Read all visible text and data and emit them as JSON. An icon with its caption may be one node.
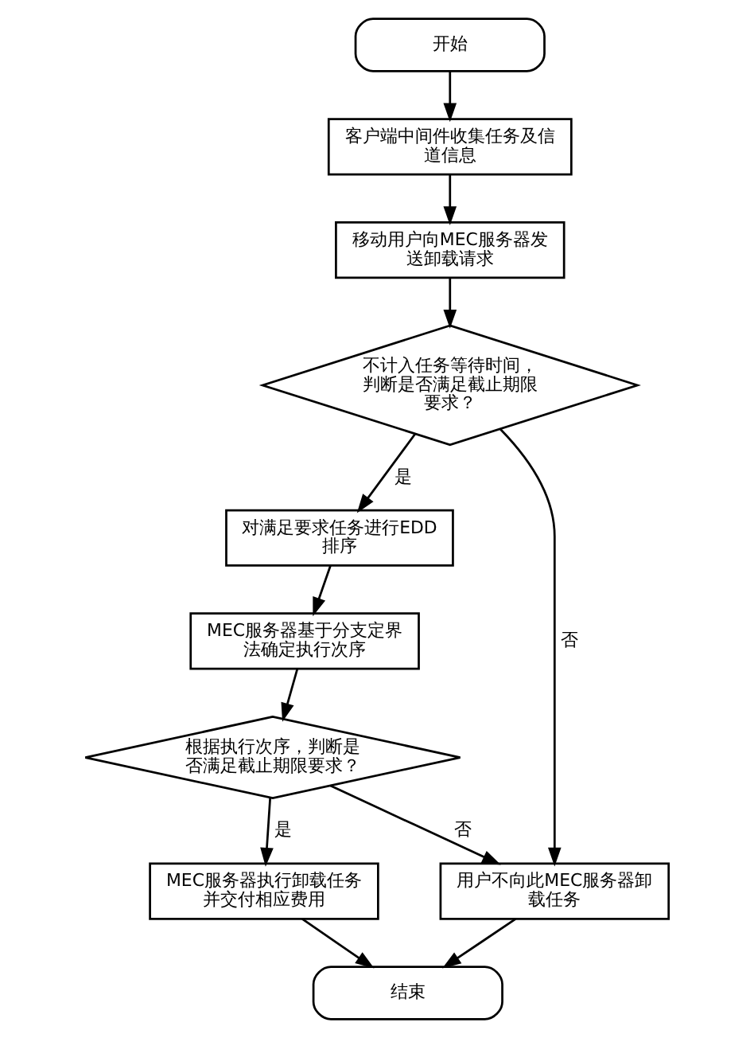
{
  "diagram": {
    "nodes": [
      {
        "text": [
          "开始"
        ]
      },
      {
        "text": [
          "客户端中间件收集任务及信道信息"
        ]
      },
      {
        "text": [
          "移动用户向MEC服务器发送卸载请求"
        ]
      },
      {
        "text": [
          "不计入任务等待时间，判断是否满足截止期限要求？"
        ]
      },
      {
        "text": [
          "对满足要求任务进行EDD排序"
        ]
      },
      {
        "text": [
          "MEC服务器基于分支定界法确定执行次序"
        ]
      },
      {
        "text": [
          "根据执行次序，判断是否满足截止期限要求？"
        ]
      },
      {
        "text": [
          "用户不向此MEC服务器卸载任务"
        ]
      },
      {
        "text": [
          "MEC服务器执行卸载任务并交付相应费用"
        ]
      },
      {
        "text": [
          "结束"
        ]
      }
    ],
    "edges": [
      {
        "from": 0,
        "to": 1,
        "arrow": "to"
      },
      {
        "from": 1,
        "to": 2,
        "arrow": "to"
      },
      {
        "from": 2,
        "to": 3,
        "arrow": "to"
      },
      {
        "from": 3,
        "to": 7,
        "arrow": "to",
        "label": "否"
      },
      {
        "from": 3,
        "to": 4,
        "arrow": "to",
        "label": "是"
      },
      {
        "from": 4,
        "to": 5,
        "arrow": "to"
      },
      {
        "from": 5,
        "to": 6,
        "arrow": "to"
      },
      {
        "from": 6,
        "to": 7,
        "arrow": "to",
        "label": "否"
      },
      {
        "from": 6,
        "to": 8,
        "arrow": "to",
        "label": "是"
      },
      {
        "from": 7,
        "to": 9,
        "arrow": "to"
      },
      {
        "from": 8,
        "to": 9,
        "arrow": "to"
      }
    ]
  }
}
